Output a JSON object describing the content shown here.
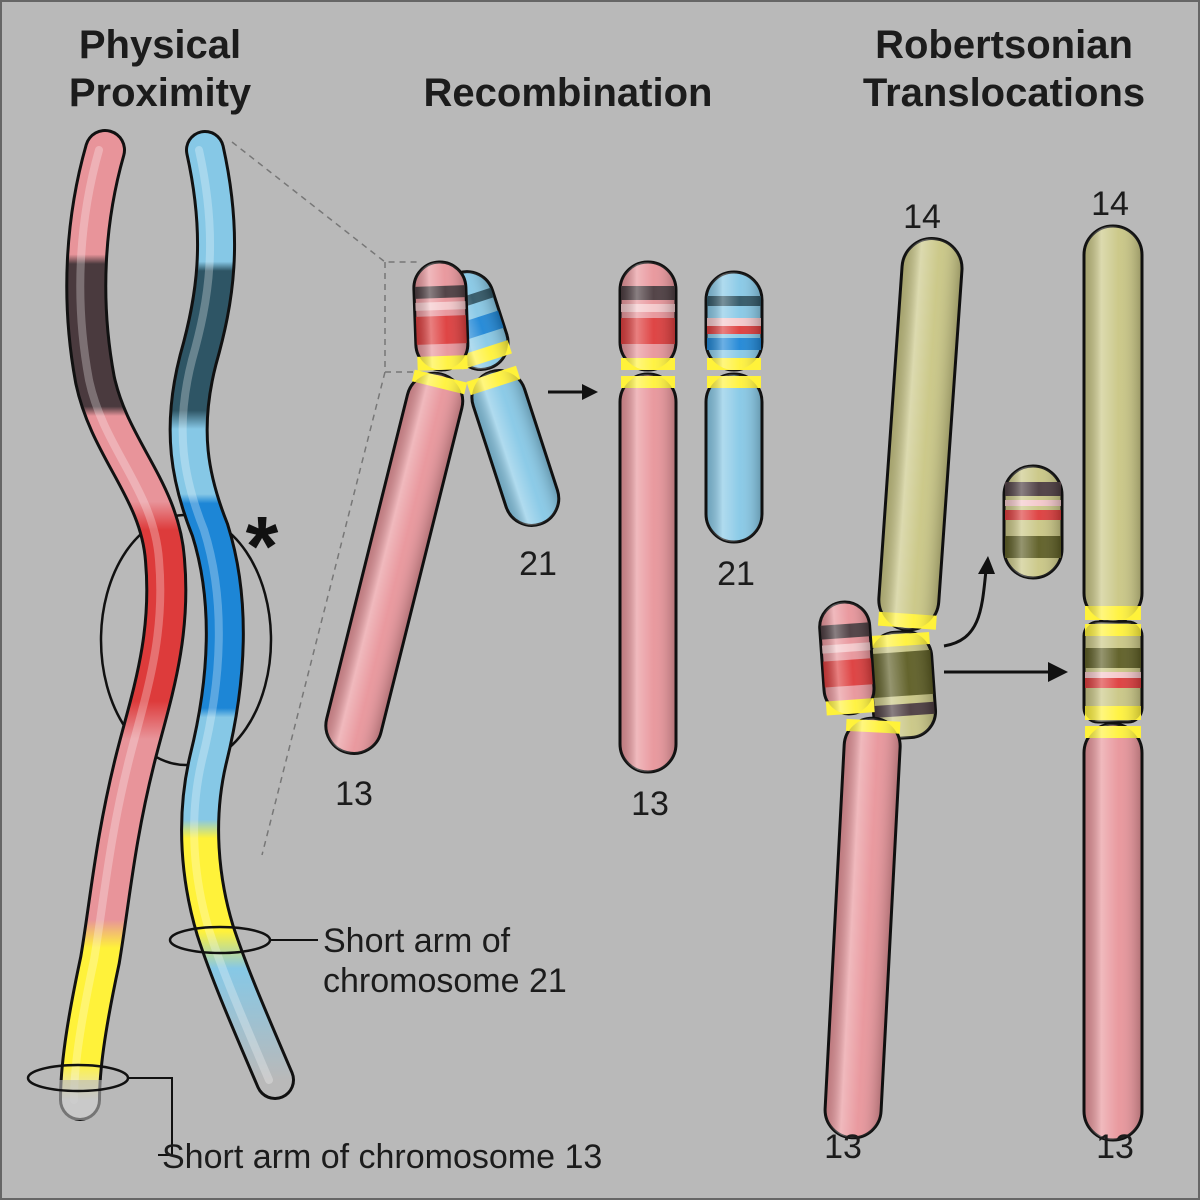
{
  "headings": {
    "physical_proximity": [
      "Physical",
      "Proximity"
    ],
    "recombination": "Recombination",
    "robertsonian": [
      "Robertsonian",
      "Translocations"
    ]
  },
  "labels": {
    "chr13_before": "13",
    "chr21_before": "21",
    "chr13_after": "13",
    "chr21_after": "21",
    "rob_14_before": "14",
    "rob_14_after": "14",
    "rob_13_before": "13",
    "rob_13_after": "13",
    "asterisk": "*"
  },
  "callouts": {
    "chr21_short_arm": [
      "Short arm of",
      "chromosome 21"
    ],
    "chr13_short_arm": "Short arm of chromosome 13"
  },
  "colors": {
    "background": "#b9b9b9",
    "chr13_pink": "#e8949a",
    "chr21_blue": "#86c8e6",
    "chr14_olive": "#c9c684",
    "band_red": "#dd3b3b",
    "band_blue": "#1d86d6",
    "band_dark": "#4a3a3e",
    "band_dark_blue": "#2e5565",
    "olive_dark": "#5c5c22",
    "centromere_yellow": "#fff23a"
  }
}
